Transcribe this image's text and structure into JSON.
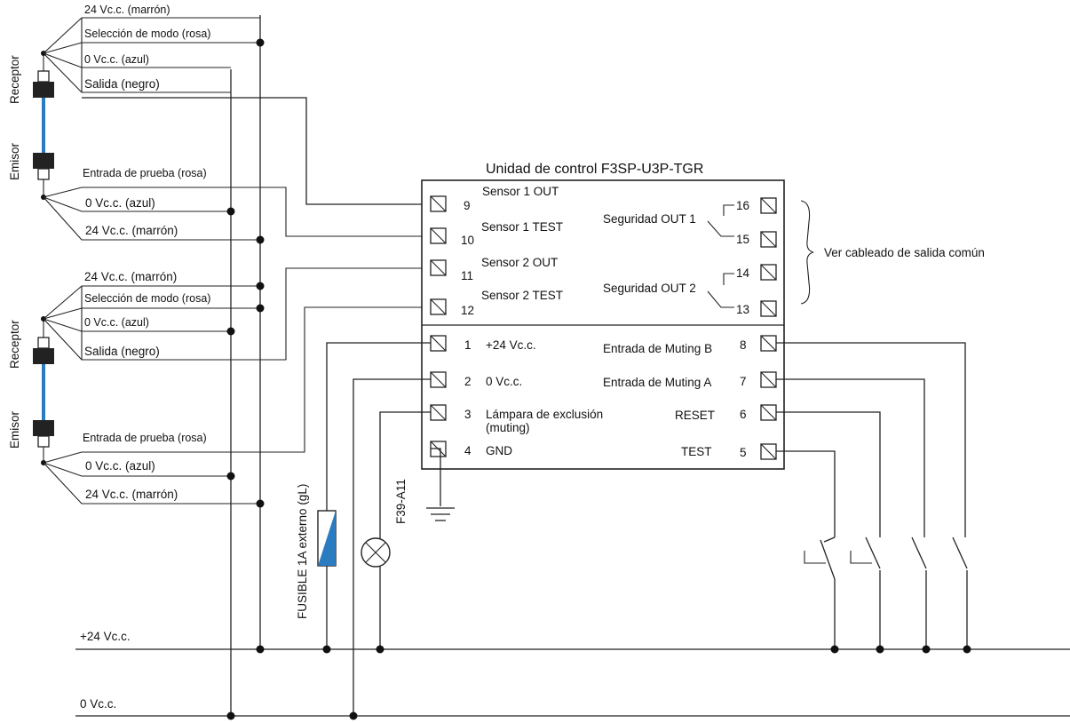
{
  "colors": {
    "wire": "#222222",
    "cable": "#2a7bbf",
    "fuse": "#2a7bbf",
    "connector": "#222222"
  },
  "labels": {
    "title": "Unidad de control F3SP-U3P-TGR",
    "receptor": "Receptor",
    "emisor": "Emisor",
    "ver_cableado": "Ver cableado de salida común",
    "fuse": "FUSIBLE 1A externo (gL)",
    "lamp": "F39-A11",
    "bus_24": "+24 Vc.c.",
    "bus_0": "0 Vc.c."
  },
  "receiver1": {
    "w24": "24 Vc.c. (marrón)",
    "mode": "Selección de modo (rosa)",
    "w0": "0 Vc.c. (azul)",
    "out": "Salida (negro)"
  },
  "emitter1": {
    "test": "Entrada de prueba (rosa)",
    "w0": "0 Vc.c. (azul)",
    "w24": "24 Vc.c. (marrón)"
  },
  "receiver2": {
    "w24": "24 Vc.c. (marrón)",
    "mode": "Selección de modo (rosa)",
    "w0": "0 Vc.c. (azul)",
    "out": "Salida (negro)"
  },
  "emitter2": {
    "test": "Entrada de prueba (rosa)",
    "w0": "0 Vc.c. (azul)",
    "w24": "24 Vc.c. (marrón)"
  },
  "unit_left": [
    {
      "num": "9",
      "label": "Sensor 1 OUT"
    },
    {
      "num": "10",
      "label": "Sensor 1 TEST"
    },
    {
      "num": "11",
      "label": "Sensor 2 OUT"
    },
    {
      "num": "12",
      "label": "Sensor 2 TEST"
    },
    {
      "num": "1",
      "label": "+24 Vc.c."
    },
    {
      "num": "2",
      "label": "0 Vc.c."
    },
    {
      "num": "3",
      "label": "Lámpara de exclusión",
      "label2": "(muting)"
    },
    {
      "num": "4",
      "label": "GND"
    }
  ],
  "unit_right": [
    {
      "num": "16"
    },
    {
      "num": "15"
    },
    {
      "num": "14"
    },
    {
      "num": "13"
    },
    {
      "num": "8",
      "label": "Entrada de Muting B"
    },
    {
      "num": "7",
      "label": "Entrada de Muting A"
    },
    {
      "num": "6",
      "label": "RESET"
    },
    {
      "num": "5",
      "label": "TEST"
    }
  ],
  "safety_out": {
    "out1": "Seguridad OUT 1",
    "out2": "Seguridad OUT 2"
  }
}
